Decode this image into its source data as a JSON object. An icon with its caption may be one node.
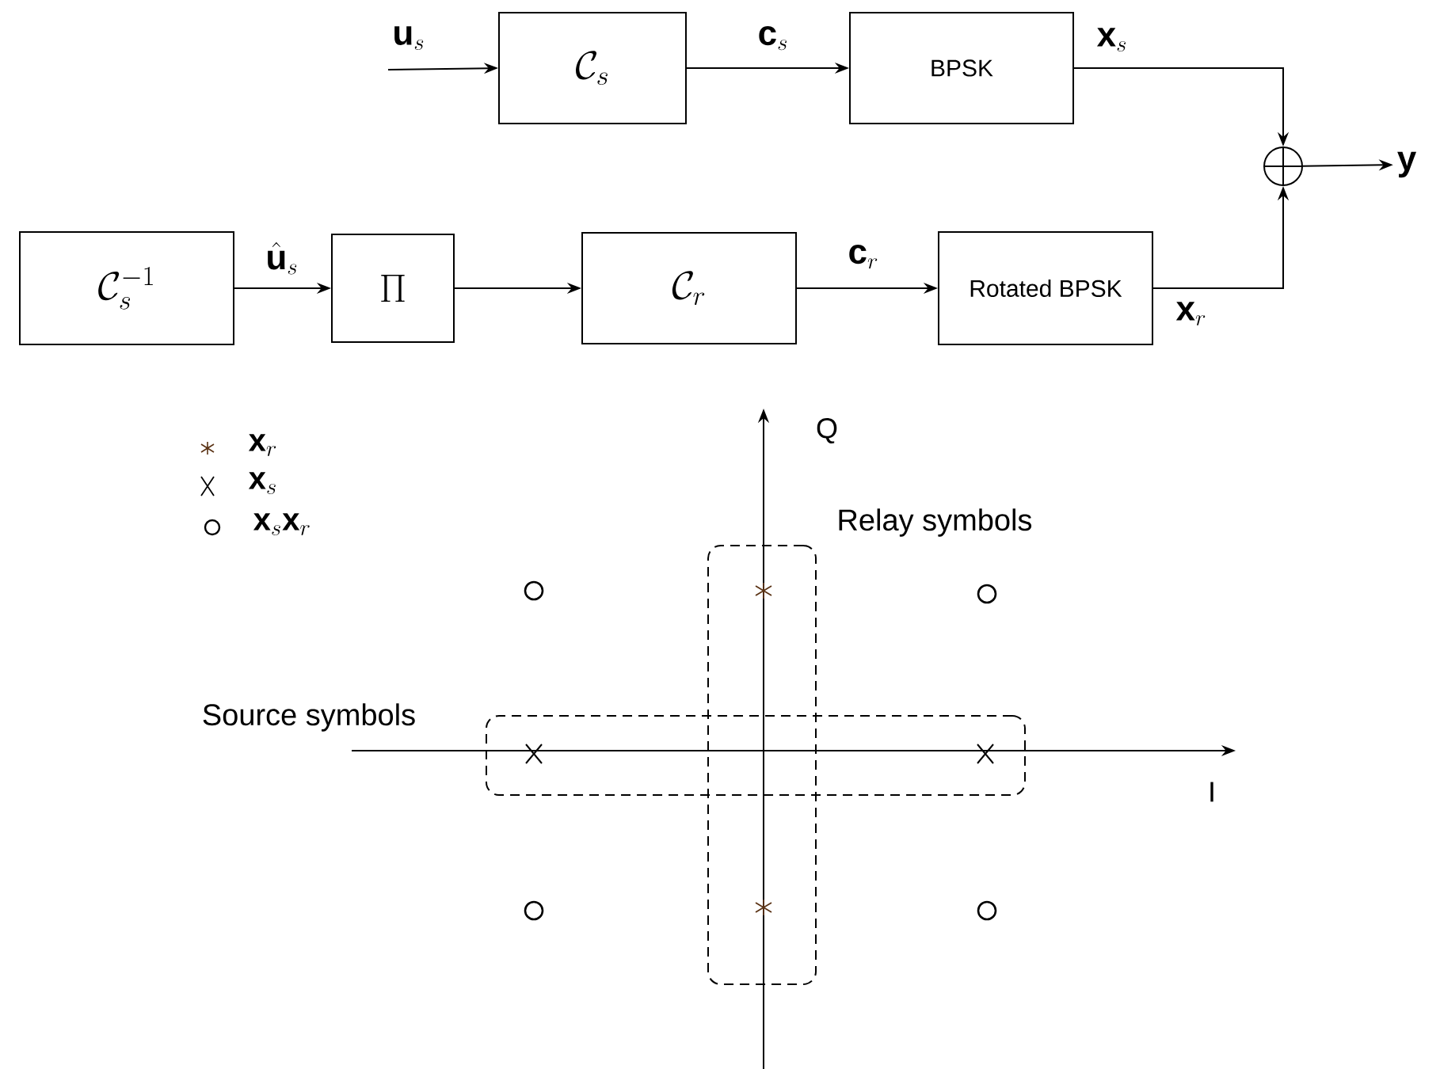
{
  "diagram": {
    "nodes": [
      {
        "text": [
          "\\mathcal{C}_s"
        ]
      },
      {
        "text": [
          "BPSK"
        ]
      },
      {
        "text": [
          "\\mathcal{C}_s^{-1}"
        ]
      },
      {
        "text": [
          "\\Pi"
        ]
      },
      {
        "text": [
          "\\mathcal{C}_r"
        ]
      },
      {
        "text": [
          "Rotated BPSK"
        ]
      },
      {
        "text": [],
        "shape": "circle"
      },
      {
        "text": [
          "\\mathbf{y}"
        ]
      },
      {
        "text": [
          "Relay symbols"
        ]
      },
      {
        "text": [
          "Source symbols"
        ]
      }
    ],
    "edges": [
      {
        "from": null,
        "to": 0,
        "arrow": "to",
        "label": "\\mathbf{u}_s"
      },
      {
        "from": 0,
        "to": 1,
        "arrow": "to",
        "label": "\\mathbf{c}_s"
      },
      {
        "from": 1,
        "to": 6,
        "arrow": "to",
        "label": "\\mathbf{x}_s"
      },
      {
        "from": 2,
        "to": 3,
        "arrow": "to",
        "label": "\\hat{\\mathbf{u}}_s"
      },
      {
        "from": 3,
        "to": 4,
        "arrow": "to"
      },
      {
        "from": 4,
        "to": 5,
        "arrow": "to",
        "label": "\\mathbf{c}_r"
      },
      {
        "from": 5,
        "to": 6,
        "arrow": "to",
        "label": "\\mathbf{x}_r"
      },
      {
        "from": 6,
        "to": 7,
        "arrow": "to"
      }
    ],
    "labels": [
      "Q",
      "I"
    ],
    "legend": [
      {
        "text": "\\mathbf{x}_r"
      },
      {
        "text": "\\mathbf{x}_s"
      },
      {
        "text": "\\mathbf{x}_s\\mathbf{x}_r"
      }
    ]
  }
}
